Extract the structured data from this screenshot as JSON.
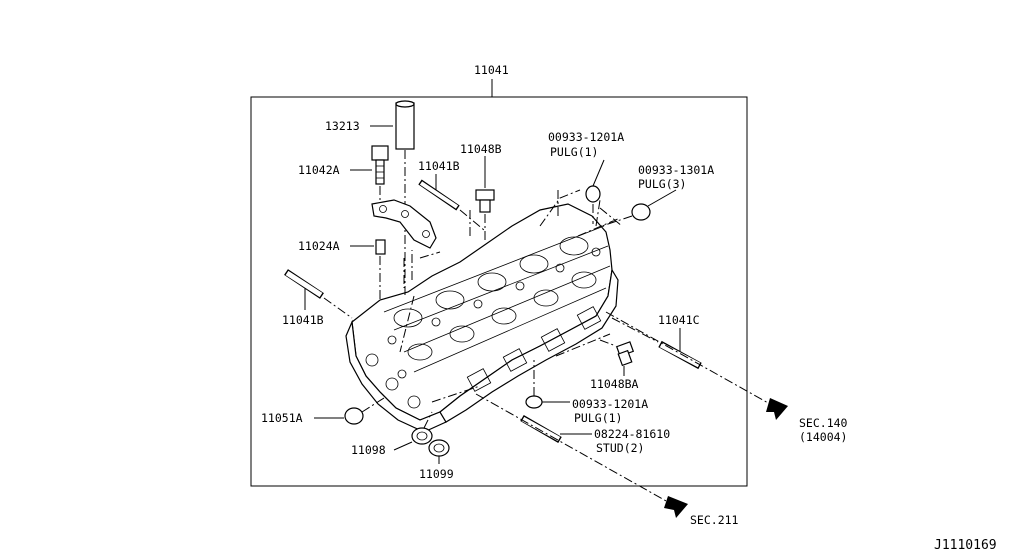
{
  "diagram": {
    "assembly_label": "11041",
    "callouts": {
      "p13213": "13213",
      "p11042a": "11042A",
      "p11041b_top": "11041B",
      "p11048b": "11048B",
      "p11024a": "11024A",
      "p11041b_left": "11041B",
      "p00933_1201a_top": "00933-1201A",
      "p00933_1201a_top_desc": "PULG(1)",
      "p00933_1301a": "00933-1301A",
      "p00933_1301a_desc": "PULG(3)",
      "p11041c": "11041C",
      "p11048ba": "11048BA",
      "p00933_1201a_bot": "00933-1201A",
      "p00933_1201a_bot_desc": "PULG(1)",
      "p08224": "08224-81610",
      "p08224_desc": "STUD(2)",
      "p11051a": "11051A",
      "p11098": "11098",
      "p11099": "11099",
      "sec140": "SEC.140",
      "sec140_sub": "(14004)",
      "sec211": "SEC.211"
    },
    "figure_id": "J1110169"
  }
}
